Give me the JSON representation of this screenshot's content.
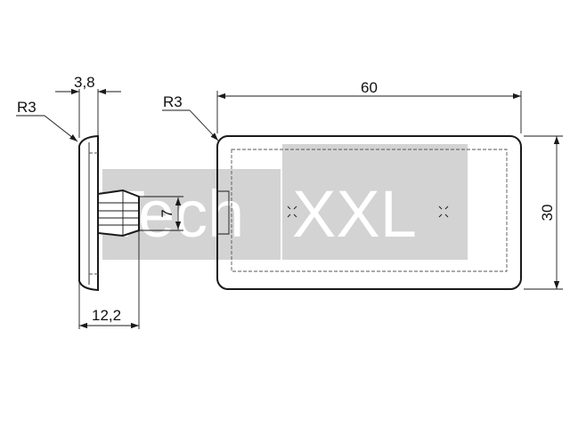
{
  "watermark": {
    "brand_left": "Tech",
    "brand_right": "XXL",
    "block_color": "#d3d3d3",
    "text_color": "#ffffff"
  },
  "side_view": {
    "radius_label": "R3",
    "thickness_label": "3,8",
    "height_label": "7",
    "depth_label": "12,2"
  },
  "front_view": {
    "radius_label": "R3",
    "width_label": "60",
    "height_label": "30"
  },
  "line_color": "#1a1a1a"
}
